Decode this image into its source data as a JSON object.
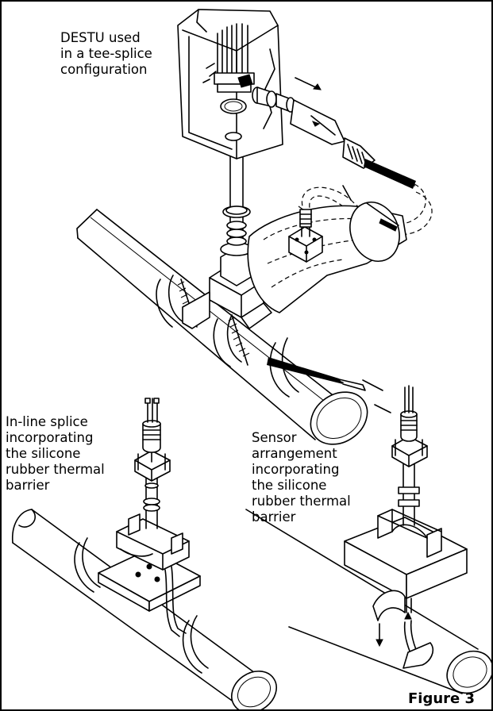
{
  "figure": {
    "title": "Figure 3"
  },
  "captions": {
    "destu": [
      "DESTU used",
      "in a tee-splice",
      "configuration"
    ],
    "inline": [
      "In-line splice",
      "incorporating",
      "the silicone",
      "rubber thermal",
      "barrier"
    ],
    "sensor": [
      "Sensor",
      "arrangement",
      "incorporating",
      "the silicone",
      "rubber thermal",
      "barrier"
    ]
  }
}
